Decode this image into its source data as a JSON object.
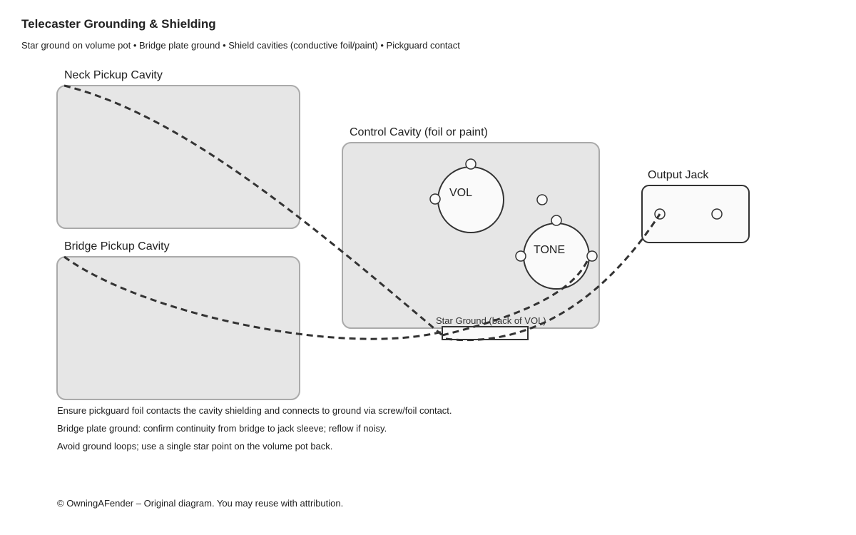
{
  "header": {
    "title": "Telecaster Grounding & Shielding",
    "subtitle": "Star ground on volume pot • Bridge plate ground • Shield cavities (conductive foil/paint) • Pickguard contact"
  },
  "diagram": {
    "neck_cavity_label": "Neck Pickup Cavity",
    "bridge_cavity_label": "Bridge Pickup Cavity",
    "control_cavity_label": "Control Cavity (foil or paint)",
    "vol_label": "VOL",
    "tone_label": "TONE",
    "star_ground_label": "Star Ground (back of VOL)",
    "output_jack_label": "Output Jack"
  },
  "notes": [
    "Ensure pickguard foil contacts the cavity shielding and connects to ground via screw/foil contact.",
    "Bridge plate ground: confirm continuity from bridge to jack sleeve; reflow if noisy.",
    "Avoid ground loops; use a single star point on the volume pot back."
  ],
  "footer": "© OwningAFender – Original diagram. You may reuse with attribution.",
  "colors": {
    "cavity_fill": "#e6e6e6",
    "cavity_stroke": "#aaaaaa",
    "wire": "#333333",
    "pot_fill": "#fafafa"
  }
}
